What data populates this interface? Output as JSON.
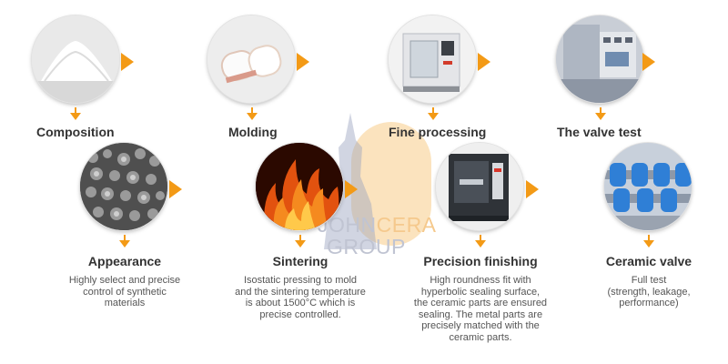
{
  "watermark": {
    "line1_a": "JOHN",
    "line1_b": "CERA",
    "line2": "GROUP"
  },
  "steps_top": [
    {
      "title": "Composition",
      "image_icon": "white-powder-photo"
    },
    {
      "title": "Molding",
      "image_icon": "ceramic-blanks-photo"
    },
    {
      "title": "Fine processing",
      "image_icon": "cnc-machine-photo"
    },
    {
      "title": "The valve test",
      "image_icon": "test-bench-photo"
    }
  ],
  "steps_bottom": [
    {
      "title": "Appearance",
      "desc": [
        "Highly select and precise",
        "control of synthetic",
        "materials"
      ],
      "image_icon": "microstructure-photo"
    },
    {
      "title": "Sintering",
      "desc": [
        "Isostatic pressing to mold",
        "and the sintering temperature",
        "is about 1500°C which is",
        "precise controlled."
      ],
      "image_icon": "fire-photo"
    },
    {
      "title": "Precision finishing",
      "desc": [
        "High roundness fit with",
        "hyperbolic sealing surface,",
        "the ceramic parts are ensured",
        "sealing. The metal parts are",
        "precisely matched with the",
        "ceramic parts."
      ],
      "image_icon": "machining-center-photo"
    },
    {
      "title": "Ceramic valve",
      "desc": [
        "Full test",
        "(strength, leakage,",
        "performance)"
      ],
      "image_icon": "ceramic-valves-photo"
    }
  ],
  "colors": {
    "accent_orange": "#f39a16",
    "title": "#333333",
    "body_text": "#555555"
  }
}
